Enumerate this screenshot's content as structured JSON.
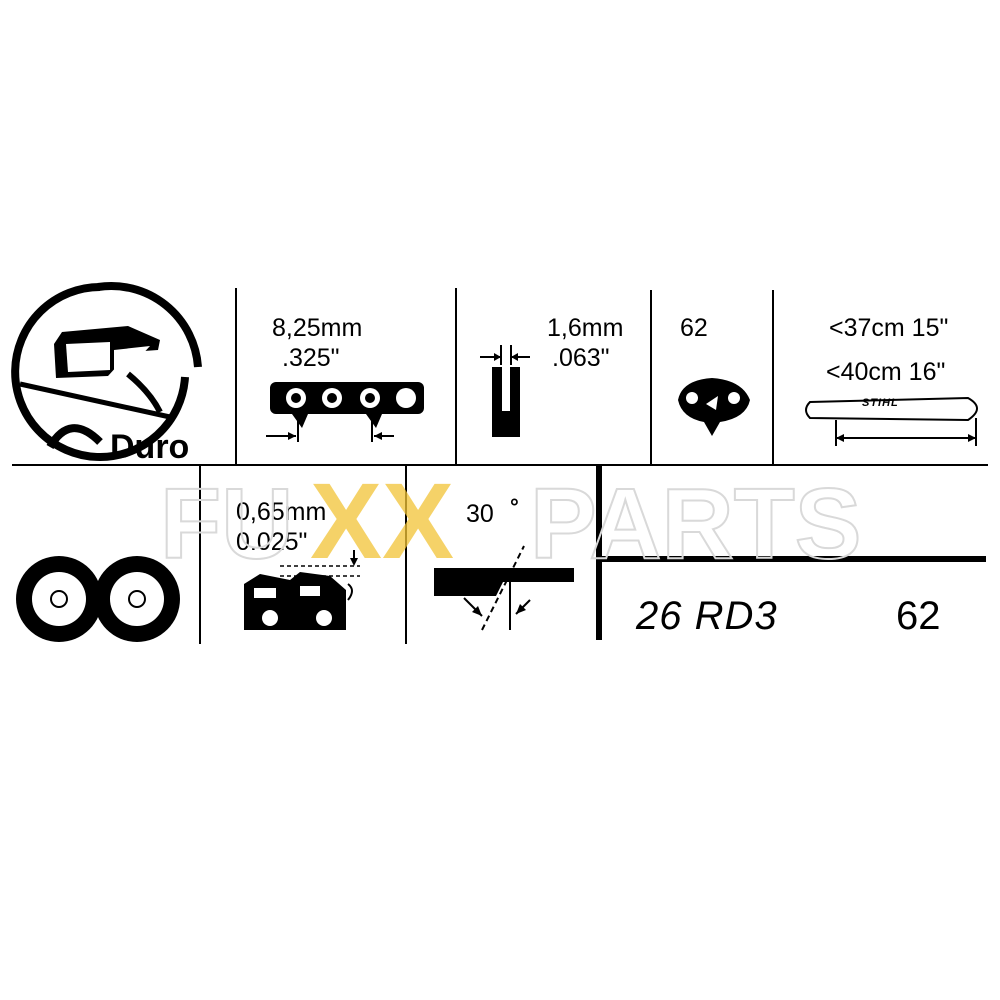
{
  "cells": {
    "duro_label": "Duro",
    "pitch": {
      "metric": "8,25mm",
      "imperial": ".325\""
    },
    "gauge": {
      "metric": "1,6mm",
      "imperial": ".063\""
    },
    "drive_links": "62",
    "bar_length": {
      "line1": "<37cm 15\"",
      "line2": "<40cm 16\"",
      "bar_brand": "STIHL"
    },
    "depth_gauge": {
      "metric": "0,65mm",
      "imperial": "0.025\""
    },
    "sharpening_angle": {
      "value": "30",
      "unit": "°"
    },
    "chain_code": {
      "type": "26 RD3",
      "links": "62"
    }
  },
  "watermark": {
    "left": "FU",
    "middle": "XX",
    "right": "PARTS",
    "accent_color": "#f2c335",
    "gray_color": "#d9d9d9"
  },
  "colors": {
    "ink": "#000000",
    "background": "#ffffff"
  }
}
